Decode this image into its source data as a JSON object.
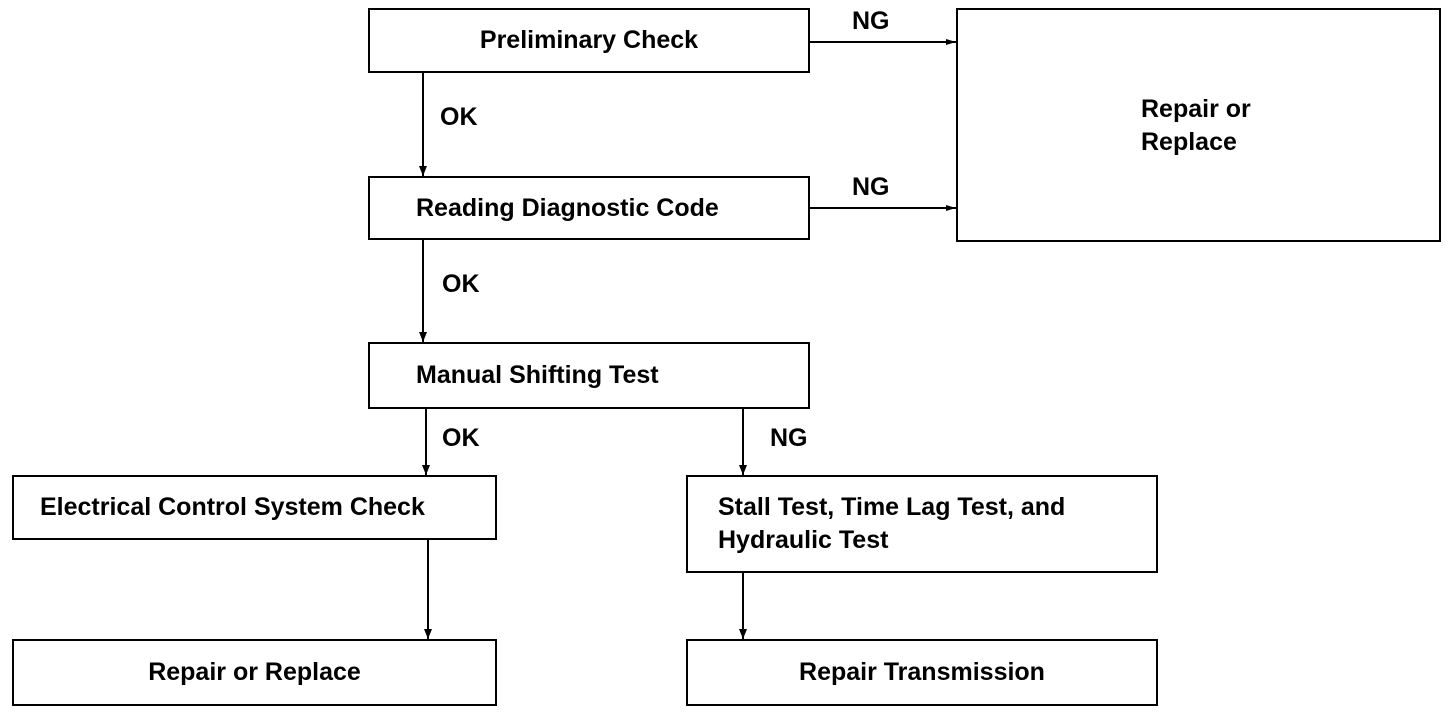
{
  "boxes": {
    "preliminary_check": "Preliminary Check",
    "reading_diagnostic_code": "Reading Diagnostic Code",
    "manual_shifting_test": "Manual Shifting Test",
    "electrical_control_system_check": "Electrical Control System Check",
    "stall_test_line1": "Stall Test, Time Lag Test, and",
    "stall_test_line2": "Hydraulic Test",
    "repair_or_replace_bottom": "Repair or Replace",
    "repair_transmission": "Repair Transmission",
    "repair_or_replace_top_line1": "Repair or",
    "repair_or_replace_top_line2": "Replace"
  },
  "labels": {
    "ng": "NG",
    "ok": "OK"
  },
  "colors": {
    "line": "#000000",
    "background": "#ffffff"
  }
}
